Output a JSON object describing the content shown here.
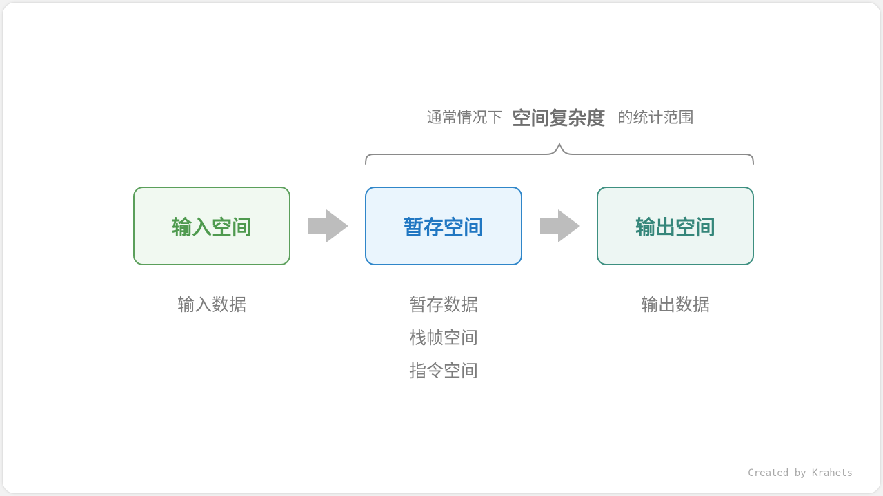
{
  "caption": {
    "prefix": "通常情况下",
    "highlight": "空间复杂度",
    "suffix": "的统计范围"
  },
  "boxes": [
    {
      "label": "输入空间",
      "color": "#4f9a4f"
    },
    {
      "label": "暂存空间",
      "color": "#2177c2"
    },
    {
      "label": "输出空间",
      "color": "#35867a"
    }
  ],
  "descriptions": {
    "input": [
      "输入数据"
    ],
    "temp": [
      "暂存数据",
      "栈帧空间",
      "指令空间"
    ],
    "output": [
      "输出数据"
    ]
  },
  "colors": {
    "arrow": "#bdbdbd",
    "brace": "#8a8a8a"
  },
  "credit": "Created by Krahets"
}
